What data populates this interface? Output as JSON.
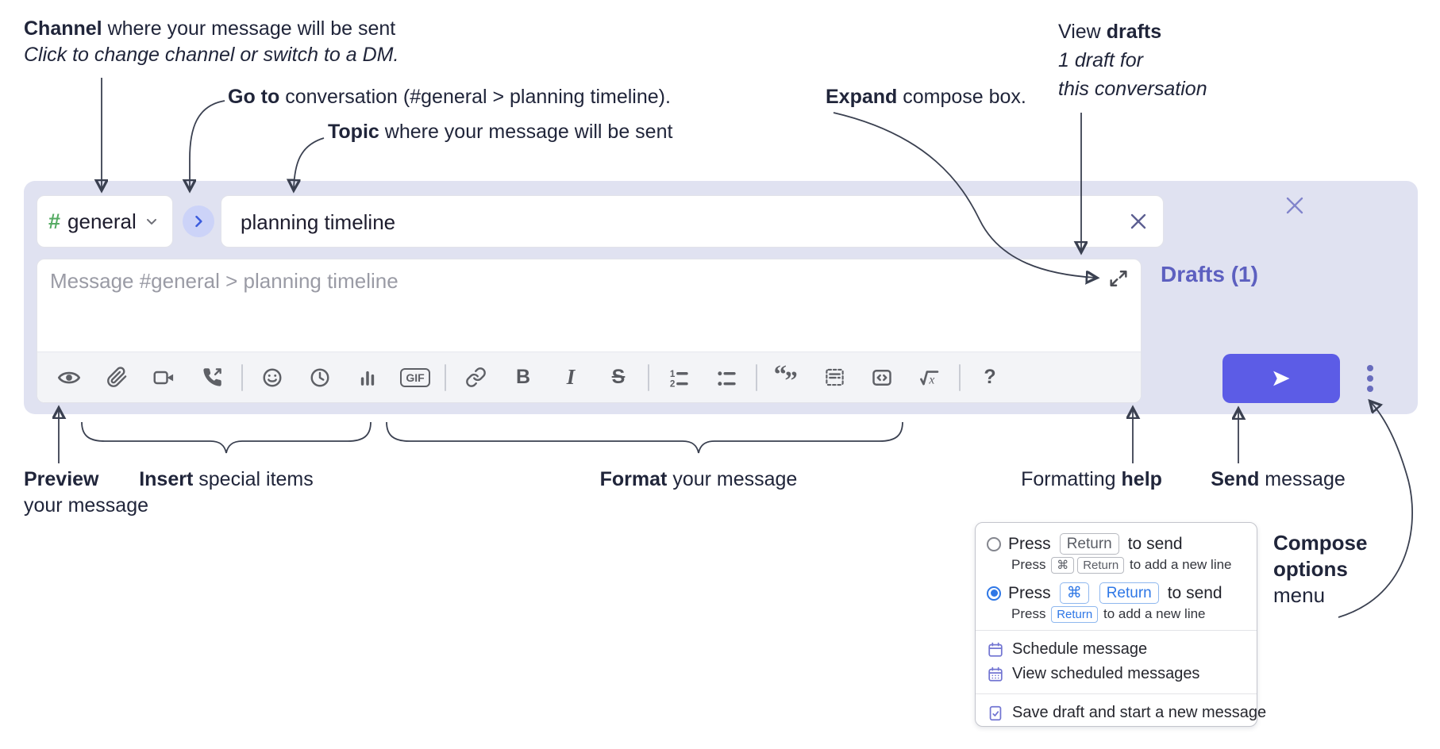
{
  "annotations": {
    "channel_line1_bold": "Channel",
    "channel_line1_rest": " where your message will be sent",
    "channel_line2": "Click to change channel or switch to a DM.",
    "goto_bold": "Go to",
    "goto_rest": " conversation (#general > planning timeline).",
    "topic_bold": "Topic",
    "topic_rest": " where your message will be sent",
    "expand_bold": "Expand",
    "expand_rest": " compose box.",
    "drafts_line1_pre": "View ",
    "drafts_line1_bold": "drafts",
    "drafts_line2": "1 draft for",
    "drafts_line3": "this conversation",
    "preview_bold": "Preview",
    "preview_line2": "your message",
    "insert_bold": "Insert",
    "insert_rest": " special items",
    "format_bold": "Format",
    "format_rest": " your message",
    "help_pre": "Formatting ",
    "help_bold": "help",
    "send_bold": "Send",
    "send_rest": " message",
    "compose_opts_line1": "Compose",
    "compose_opts_line2": "options",
    "compose_opts_line3": "menu"
  },
  "compose": {
    "channel_hash": "#",
    "channel_name": "general",
    "topic_value": "planning timeline",
    "message_placeholder": "Message #general > planning timeline",
    "drafts_link": "Drafts (1)",
    "toolbar": {
      "icons": [
        "eye",
        "paperclip",
        "video-camera",
        "phone-call",
        "emoji",
        "clock",
        "bar-chart",
        "gif",
        "link",
        "bold",
        "italic",
        "strikethrough",
        "ordered-list",
        "bulleted-list",
        "blockquote",
        "code-block",
        "code",
        "formula",
        "help"
      ],
      "gif_label": "GIF",
      "bold_label": "B",
      "italic_label": "I",
      "strike_label": "S",
      "ol_1": "1",
      "ol_2": "2",
      "help_label": "?"
    }
  },
  "menu": {
    "opt_return": {
      "pre": "Press",
      "key": "Return",
      "post": "to send",
      "sub_pre": "Press",
      "sub_key1": "⌘",
      "sub_key2": "Return",
      "sub_post": "to add a new line"
    },
    "opt_cmd_return": {
      "pre": "Press",
      "key1": "⌘",
      "key2": "Return",
      "post": "to send",
      "sub_pre": "Press",
      "sub_key": "Return",
      "sub_post": "to add a new line"
    },
    "items": [
      "Schedule message",
      "View scheduled messages",
      "Save draft and start a new message"
    ]
  },
  "colors": {
    "compose_bg": "#e0e2f1",
    "send_button": "#5c5ce6",
    "drafts_link": "#5d60c0",
    "hash_green": "#55ab63",
    "goto_blue": "#3b5bdd",
    "radio_selected": "#2e77e6",
    "menu_icon_purple": "#7275d2"
  }
}
